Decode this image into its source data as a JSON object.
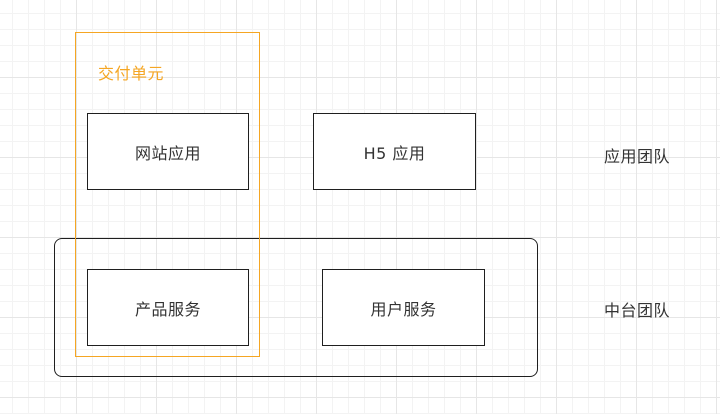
{
  "diagram": {
    "delivery_unit": {
      "label": "交付单元",
      "color": "#f5a623"
    },
    "boxes": {
      "website_app": "网站应用",
      "h5_app": "H5 应用",
      "product_service": "产品服务",
      "user_service": "用户服务"
    },
    "teams": {
      "app_team": "应用团队",
      "platform_team": "中台团队"
    }
  }
}
